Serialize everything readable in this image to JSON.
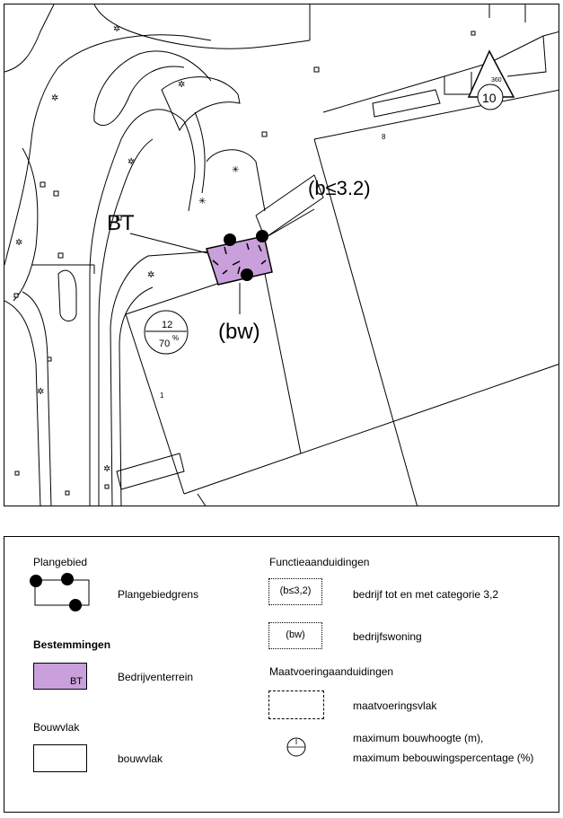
{
  "map": {
    "labels": {
      "bt": "BT",
      "bedrijf": "(b≤3.2)",
      "bedrijfswoning": "(bw)",
      "plot8": "8",
      "plot1": "1",
      "circle_top": "12",
      "circle_bottom": "70",
      "circle_pct": "%",
      "triangle_value": "10",
      "triangle_small": "360"
    },
    "colors": {
      "bedrijventerrein": "#c9a0dc"
    }
  },
  "legend": {
    "plangebied_head": "Plangebied",
    "plangebiedgrens": "Plangebiedgrens",
    "bestemmingen_head": "Bestemmingen",
    "bt_code": "BT",
    "bedrijventerrein": "Bedrijventerrein",
    "bouwvlak_head": "Bouwvlak",
    "bouwvlak": "bouwvlak",
    "functie_head": "Functieaanduidingen",
    "bedrijf_code": "(b≤3,2)",
    "bedrijf_text": "bedrijf tot en met categorie 3,2",
    "bw_code": "(bw)",
    "bw_text": "bedrijfswoning",
    "maat_head": "Maatvoeringaanduidingen",
    "maatvoeringsvlak": "maatvoeringsvlak",
    "max_hoogte": "maximum bouwhoogte (m),",
    "max_pct": "maximum bebouwingspercentage (%)"
  }
}
